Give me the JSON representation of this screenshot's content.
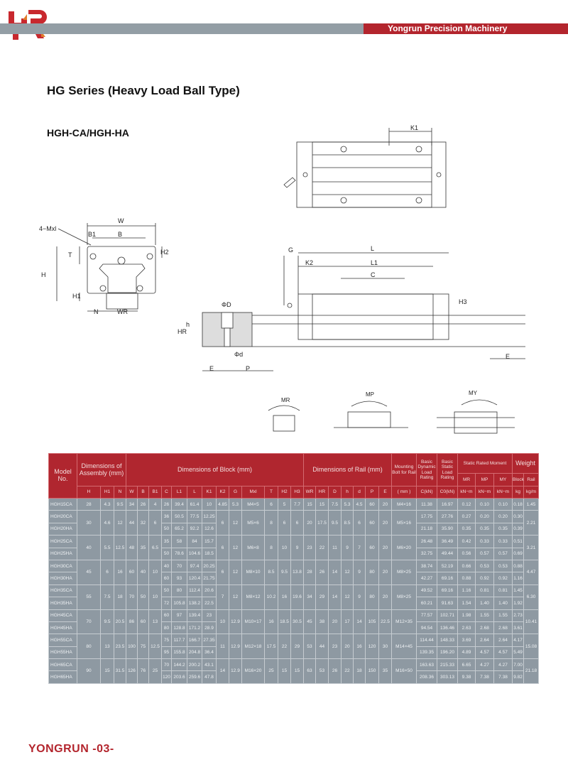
{
  "header": {
    "brand": "Yongrun Precision Machinery",
    "logo_text": "YR",
    "colors": {
      "accent": "#b3252d",
      "band": "#939ea5",
      "table_body": "#8e99a2"
    }
  },
  "title": "HG Series (Heavy Load Ball Type)",
  "subtitle": "HGH-CA/HGH-HA",
  "drawing_labels": {
    "K1": "K1",
    "mxl": "4−Mxl",
    "W": "W",
    "B1": "B1",
    "B": "B",
    "T": "T",
    "H": "H",
    "H1": "H1",
    "H2": "H2",
    "N": "N",
    "WR": "WR",
    "G": "G",
    "L": "L",
    "K2": "K2",
    "L1": "L1",
    "C": "C",
    "H3": "H3",
    "phiD": "ΦD",
    "h": "h",
    "HR": "HR",
    "phid": "Φd",
    "E": "E",
    "P": "P",
    "E2": "E",
    "MR": "MR",
    "MP": "MP",
    "MY": "MY"
  },
  "table": {
    "h_model": "Model No.",
    "h_assembly": "Dimensions of Assembly (mm)",
    "h_block": "Dimensions of Block (mm)",
    "h_rail": "Dimensions of Rail (mm)",
    "h_bolt": "Mounting Bolt for Rail",
    "h_dyn": "Basic Dynamic Load Rating",
    "h_stat": "Basic Static Load Rating",
    "h_moment": "Static Rated Moment",
    "h_weight": "Weight",
    "sub_moment": [
      "MR",
      "MP",
      "MY"
    ],
    "sub_weight": [
      "Block",
      "Rail"
    ],
    "cols": [
      "H",
      "H1",
      "N",
      "W",
      "B",
      "B1",
      "C",
      "L1",
      "L",
      "K1",
      "K2",
      "G",
      "Mxl",
      "T",
      "H2",
      "H3",
      "WR",
      "HR",
      "D",
      "h",
      "d",
      "P",
      "E",
      "( mm )",
      "C(kN)",
      "C0(kN)",
      "kN−m",
      "kN−m",
      "kN−m",
      "kg",
      "kg/m"
    ],
    "groups": [
      {
        "shared": {
          "a": [
            "28",
            "4.3",
            "9.5",
            "34",
            "26",
            "4"
          ],
          "b": [
            "4.85",
            "5.3",
            "M4×5",
            "6",
            "5",
            "7.7"
          ],
          "r": [
            "15",
            "15",
            "7.5",
            "5.3",
            "4.5",
            "60",
            "20"
          ],
          "bolt": "M4×16",
          "rail": "1.45"
        },
        "variants": [
          {
            "model": "HGH15CA",
            "blk": [
              "26",
              "39.4",
              "61.4",
              "10"
            ],
            "load": [
              "11.38",
              "16.97",
              "0.12",
              "0.10",
              "0.10",
              "0.18"
            ]
          }
        ]
      },
      {
        "shared": {
          "a": [
            "30",
            "4.6",
            "12",
            "44",
            "32",
            "6"
          ],
          "b": [
            "6",
            "12",
            "M5×6",
            "8",
            "6",
            "6"
          ],
          "r": [
            "20",
            "17.5",
            "9.5",
            "8.5",
            "6",
            "60",
            "20"
          ],
          "bolt": "M5×16",
          "rail": "2.21"
        },
        "variants": [
          {
            "model": "HGH20CA",
            "blk": [
              "36",
              "50.5",
              "77.5",
              "12.25"
            ],
            "load": [
              "17.75",
              "27.76",
              "0.27",
              "0.20",
              "0.20",
              "0.30"
            ]
          },
          {
            "model": "HGH20HA",
            "blk": [
              "50",
              "65.2",
              "92.2",
              "12.6"
            ],
            "load": [
              "21.18",
              "35.90",
              "0.35",
              "0.35",
              "0.35",
              "0.39"
            ]
          }
        ]
      },
      {
        "shared": {
          "a": [
            "40",
            "5.5",
            "12.5",
            "48",
            "35",
            "6.5"
          ],
          "b": [
            "6",
            "12",
            "M6×8",
            "8",
            "10",
            "9"
          ],
          "r": [
            "23",
            "22",
            "11",
            "9",
            "7",
            "60",
            "20"
          ],
          "bolt": "M6×20",
          "rail": "3.21"
        },
        "variants": [
          {
            "model": "HGH25CA",
            "blk": [
              "35",
              "58",
              "84",
              "15.7"
            ],
            "load": [
              "26.48",
              "36.49",
              "0.42",
              "0.33",
              "0.33",
              "0.51"
            ]
          },
          {
            "model": "HGH25HA",
            "blk": [
              "50",
              "78.6",
              "104.6",
              "18.5"
            ],
            "load": [
              "32.75",
              "49.44",
              "0.56",
              "0.57",
              "0.57",
              "0.69"
            ]
          }
        ]
      },
      {
        "shared": {
          "a": [
            "45",
            "6",
            "16",
            "60",
            "40",
            "10"
          ],
          "b": [
            "6",
            "12",
            "M8×10",
            "8.5",
            "9.5",
            "13.8"
          ],
          "r": [
            "28",
            "26",
            "14",
            "12",
            "9",
            "80",
            "20"
          ],
          "bolt": "M8×25",
          "rail": "4.47"
        },
        "variants": [
          {
            "model": "HGH30CA",
            "blk": [
              "40",
              "70",
              "97.4",
              "20.25"
            ],
            "load": [
              "38.74",
              "52.19",
              "0.66",
              "0.53",
              "0.53",
              "0.88"
            ]
          },
          {
            "model": "HGH30HA",
            "blk": [
              "60",
              "93",
              "120.4",
              "21.75"
            ],
            "load": [
              "42.27",
              "69.16",
              "0.88",
              "0.92",
              "0.92",
              "1.16"
            ]
          }
        ]
      },
      {
        "shared": {
          "a": [
            "55",
            "7.5",
            "18",
            "70",
            "50",
            "10"
          ],
          "b": [
            "7",
            "12",
            "M8×12",
            "10.2",
            "16",
            "19.6"
          ],
          "r": [
            "34",
            "29",
            "14",
            "12",
            "9",
            "80",
            "20"
          ],
          "bolt": "M8×25",
          "rail": "6.30"
        },
        "variants": [
          {
            "model": "HGH35CA",
            "blk": [
              "50",
              "80",
              "112.4",
              "20.6"
            ],
            "load": [
              "49.52",
              "69.16",
              "1.16",
              "0.81",
              "0.81",
              "1.45"
            ]
          },
          {
            "model": "HGH35HA",
            "blk": [
              "72",
              "105.8",
              "138.2",
              "22.5"
            ],
            "load": [
              "60.21",
              "91.63",
              "1.54",
              "1.40",
              "1.40",
              "1.92"
            ]
          }
        ]
      },
      {
        "shared": {
          "a": [
            "70",
            "9.5",
            "20.5",
            "86",
            "60",
            "13"
          ],
          "b": [
            "10",
            "12.9",
            "M10×17",
            "16",
            "18.5",
            "30.5"
          ],
          "r": [
            "45",
            "38",
            "20",
            "17",
            "14",
            "105",
            "22.5"
          ],
          "bolt": "M12×35",
          "rail": "10.41"
        },
        "variants": [
          {
            "model": "HGH45CA",
            "blk": [
              "60",
              "97",
              "139.4",
              "23"
            ],
            "load": [
              "77.57",
              "102.71",
              "1.98",
              "1.55",
              "1.55",
              "2.73"
            ]
          },
          {
            "model": "HGH45HA",
            "blk": [
              "80",
              "128.8",
              "171.2",
              "28.9"
            ],
            "load": [
              "94.54",
              "136.46",
              "2.63",
              "2.68",
              "2.68",
              "3.61"
            ]
          }
        ]
      },
      {
        "shared": {
          "a": [
            "80",
            "13",
            "23.5",
            "100",
            "75",
            "12.5"
          ],
          "b": [
            "11",
            "12.9",
            "M12×18",
            "17.5",
            "22",
            "29"
          ],
          "r": [
            "53",
            "44",
            "23",
            "20",
            "16",
            "120",
            "30"
          ],
          "bolt": "M14×45",
          "rail": "15.08"
        },
        "variants": [
          {
            "model": "HGH55CA",
            "blk": [
              "75",
              "117.7",
              "166.7",
              "27.35"
            ],
            "load": [
              "114.44",
              "148.33",
              "3.69",
              "2.64",
              "2.64",
              "4.17"
            ]
          },
          {
            "model": "HGH55HA",
            "blk": [
              "95",
              "155.8",
              "204.8",
              "36.4"
            ],
            "load": [
              "139.35",
              "196.20",
              "4.89",
              "4.57",
              "4.57",
              "5.49"
            ]
          }
        ]
      },
      {
        "shared": {
          "a": [
            "90",
            "15",
            "31.5",
            "126",
            "76",
            "25"
          ],
          "b": [
            "14",
            "12.9",
            "M16×20",
            "25",
            "15",
            "15"
          ],
          "r": [
            "63",
            "53",
            "26",
            "22",
            "18",
            "150",
            "35"
          ],
          "bolt": "M16×50",
          "rail": "21.18"
        },
        "variants": [
          {
            "model": "HGH65CA",
            "blk": [
              "70",
              "144.2",
              "200.2",
              "43.1"
            ],
            "load": [
              "163.63",
              "215.33",
              "6.65",
              "4.27",
              "4.27",
              "7.00"
            ]
          },
          {
            "model": "HGH65HA",
            "blk": [
              "120",
              "203.6",
              "259.6",
              "47.8"
            ],
            "load": [
              "208.36",
              "303.13",
              "9.38",
              "7.38",
              "7.38",
              "9.82"
            ]
          }
        ]
      }
    ]
  },
  "footer": {
    "brand": "YONGRUN",
    "page": "-03-"
  }
}
